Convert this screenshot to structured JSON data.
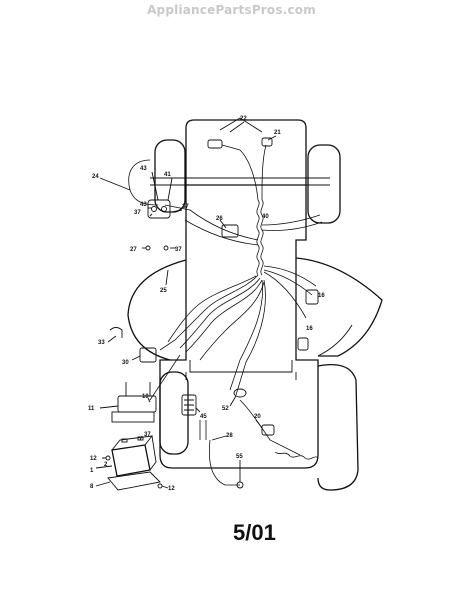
{
  "watermark": "AppliancePartsPros.com",
  "date_code": "5/01",
  "callouts": [
    {
      "label": "22"
    },
    {
      "label": "21"
    },
    {
      "label": "24"
    },
    {
      "label": "43"
    },
    {
      "label": "41"
    },
    {
      "label": "43"
    },
    {
      "label": "37"
    },
    {
      "label": "37"
    },
    {
      "label": "27"
    },
    {
      "label": "37"
    },
    {
      "label": "26"
    },
    {
      "label": "40"
    },
    {
      "label": "25"
    },
    {
      "label": "16"
    },
    {
      "label": "16"
    },
    {
      "label": "33"
    },
    {
      "label": "30"
    },
    {
      "label": "10"
    },
    {
      "label": "11"
    },
    {
      "label": "45"
    },
    {
      "label": "52"
    },
    {
      "label": "20"
    },
    {
      "label": "28"
    },
    {
      "label": "55"
    },
    {
      "label": "37"
    },
    {
      "label": "12"
    },
    {
      "label": "2"
    },
    {
      "label": "1"
    },
    {
      "label": "8"
    },
    {
      "label": "12"
    }
  ]
}
